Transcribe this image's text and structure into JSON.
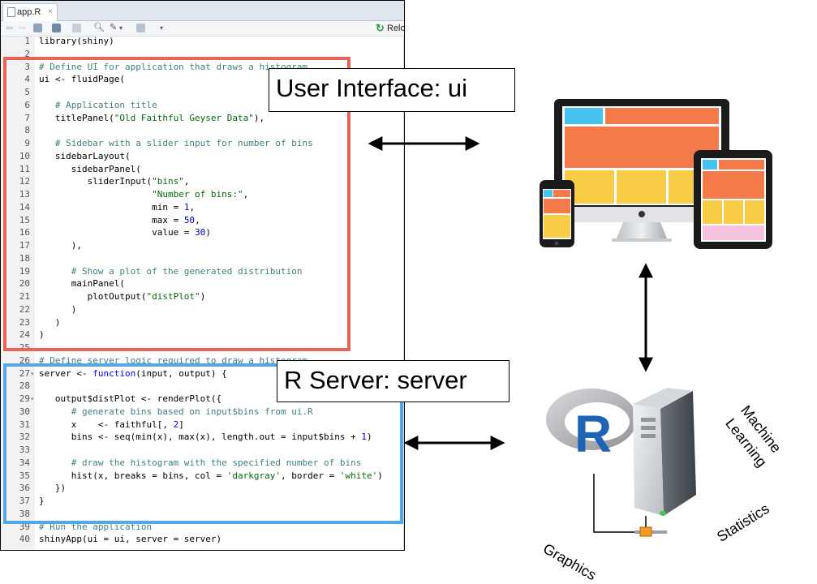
{
  "editor": {
    "tab_label": "app.R",
    "tab_close": "×",
    "reload_label": "Reloa",
    "lines": [
      {
        "n": "1",
        "code": [
          [
            "t-fn",
            "library(shiny)"
          ]
        ]
      },
      {
        "n": "2",
        "code": []
      },
      {
        "n": "3",
        "code": [
          [
            "t-cm",
            "# Define UI for application that draws a histogram"
          ]
        ]
      },
      {
        "n": "4",
        "code": [
          [
            "",
            "ui <- fluidPage("
          ]
        ]
      },
      {
        "n": "5",
        "code": []
      },
      {
        "n": "6",
        "code": [
          [
            "t-cm",
            "   # Application title"
          ]
        ]
      },
      {
        "n": "7",
        "code": [
          [
            "",
            "   titlePanel("
          ],
          [
            "t-st",
            "\"Old Faithful Geyser Data\""
          ],
          [
            "",
            "),"
          ]
        ]
      },
      {
        "n": "8",
        "code": []
      },
      {
        "n": "9",
        "code": [
          [
            "t-cm",
            "   # Sidebar with a slider input for number of bins"
          ]
        ]
      },
      {
        "n": "10",
        "code": [
          [
            "",
            "   sidebarLayout("
          ]
        ]
      },
      {
        "n": "11",
        "code": [
          [
            "",
            "      sidebarPanel("
          ]
        ]
      },
      {
        "n": "12",
        "code": [
          [
            "",
            "         sliderInput("
          ],
          [
            "t-st",
            "\"bins\""
          ],
          [
            "",
            ","
          ]
        ]
      },
      {
        "n": "13",
        "code": [
          [
            "",
            "                     "
          ],
          [
            "t-st",
            "\"Number of bins:\""
          ],
          [
            "",
            ","
          ]
        ]
      },
      {
        "n": "14",
        "code": [
          [
            "",
            "                     min = "
          ],
          [
            "t-nu",
            "1"
          ],
          [
            "",
            ","
          ]
        ]
      },
      {
        "n": "15",
        "code": [
          [
            "",
            "                     max = "
          ],
          [
            "t-nu",
            "50"
          ],
          [
            "",
            ","
          ]
        ]
      },
      {
        "n": "16",
        "code": [
          [
            "",
            "                     value = "
          ],
          [
            "t-nu",
            "30"
          ],
          [
            "",
            ")"
          ]
        ]
      },
      {
        "n": "17",
        "code": [
          [
            "",
            "      ),"
          ]
        ]
      },
      {
        "n": "18",
        "code": []
      },
      {
        "n": "19",
        "code": [
          [
            "t-cm",
            "      # Show a plot of the generated distribution"
          ]
        ]
      },
      {
        "n": "20",
        "code": [
          [
            "",
            "      mainPanel("
          ]
        ]
      },
      {
        "n": "21",
        "code": [
          [
            "",
            "         plotOutput("
          ],
          [
            "t-st",
            "\"distPlot\""
          ],
          [
            "",
            ")"
          ]
        ]
      },
      {
        "n": "22",
        "code": [
          [
            "",
            "      )"
          ]
        ]
      },
      {
        "n": "23",
        "code": [
          [
            "",
            "   )"
          ]
        ]
      },
      {
        "n": "24",
        "code": [
          [
            "",
            ")"
          ]
        ]
      },
      {
        "n": "25",
        "code": []
      },
      {
        "n": "26",
        "code": [
          [
            "t-cm",
            "# Define server logic required to draw a histogram"
          ]
        ]
      },
      {
        "n": "27",
        "fold": "▾",
        "code": [
          [
            "",
            "server <- "
          ],
          [
            "t-kw",
            "function"
          ],
          [
            "",
            "(input, output) {"
          ]
        ]
      },
      {
        "n": "28",
        "code": []
      },
      {
        "n": "29",
        "fold": "▾",
        "code": [
          [
            "",
            "   output$distPlot <- renderPlot({"
          ]
        ]
      },
      {
        "n": "30",
        "code": [
          [
            "t-cm",
            "      # generate bins based on input$bins from ui.R"
          ]
        ]
      },
      {
        "n": "31",
        "code": [
          [
            "",
            "      x    <- faithful[, "
          ],
          [
            "t-nu",
            "2"
          ],
          [
            "",
            "]"
          ]
        ]
      },
      {
        "n": "32",
        "code": [
          [
            "",
            "      bins <- seq(min(x), max(x), length.out = input$bins + "
          ],
          [
            "t-nu",
            "1"
          ],
          [
            "",
            ")"
          ]
        ]
      },
      {
        "n": "33",
        "code": []
      },
      {
        "n": "34",
        "code": [
          [
            "t-cm",
            "      # draw the histogram with the specified number of bins"
          ]
        ]
      },
      {
        "n": "35",
        "code": [
          [
            "",
            "      hist(x, breaks = bins, col = "
          ],
          [
            "t-st",
            "'darkgray'"
          ],
          [
            "",
            ", border = "
          ],
          [
            "t-st",
            "'white'"
          ],
          [
            "",
            ")"
          ]
        ]
      },
      {
        "n": "36",
        "code": [
          [
            "",
            "   })"
          ]
        ]
      },
      {
        "n": "37",
        "code": [
          [
            "",
            "}"
          ]
        ]
      },
      {
        "n": "38",
        "code": []
      },
      {
        "n": "39",
        "code": [
          [
            "t-cm",
            "# Run the application"
          ]
        ]
      },
      {
        "n": "40",
        "code": [
          [
            "",
            "shinyApp(ui = ui, server = server)"
          ]
        ]
      }
    ]
  },
  "callouts": {
    "ui": "User Interface: ui",
    "server": "R Server: server"
  },
  "labels": {
    "graphics": "Graphics",
    "statistics": "Statistics",
    "ml_line1": "Machine",
    "ml_line2": "Learning",
    "r_logo_letter": "R"
  },
  "colors": {
    "ui_box": "#e8645a",
    "server_box": "#54a8e8",
    "screen_orange": "#f47a4a",
    "screen_yellow": "#f9cd48",
    "screen_blue": "#47c3f0",
    "screen_pink": "#f6c4e0",
    "r_blue": "#1e63b4"
  },
  "icons": [
    "document-icon",
    "back-arrow-icon",
    "forward-arrow-icon",
    "save-icon",
    "search-icon",
    "wand-icon",
    "compile-icon",
    "dropdown-icon",
    "reload-icon"
  ]
}
